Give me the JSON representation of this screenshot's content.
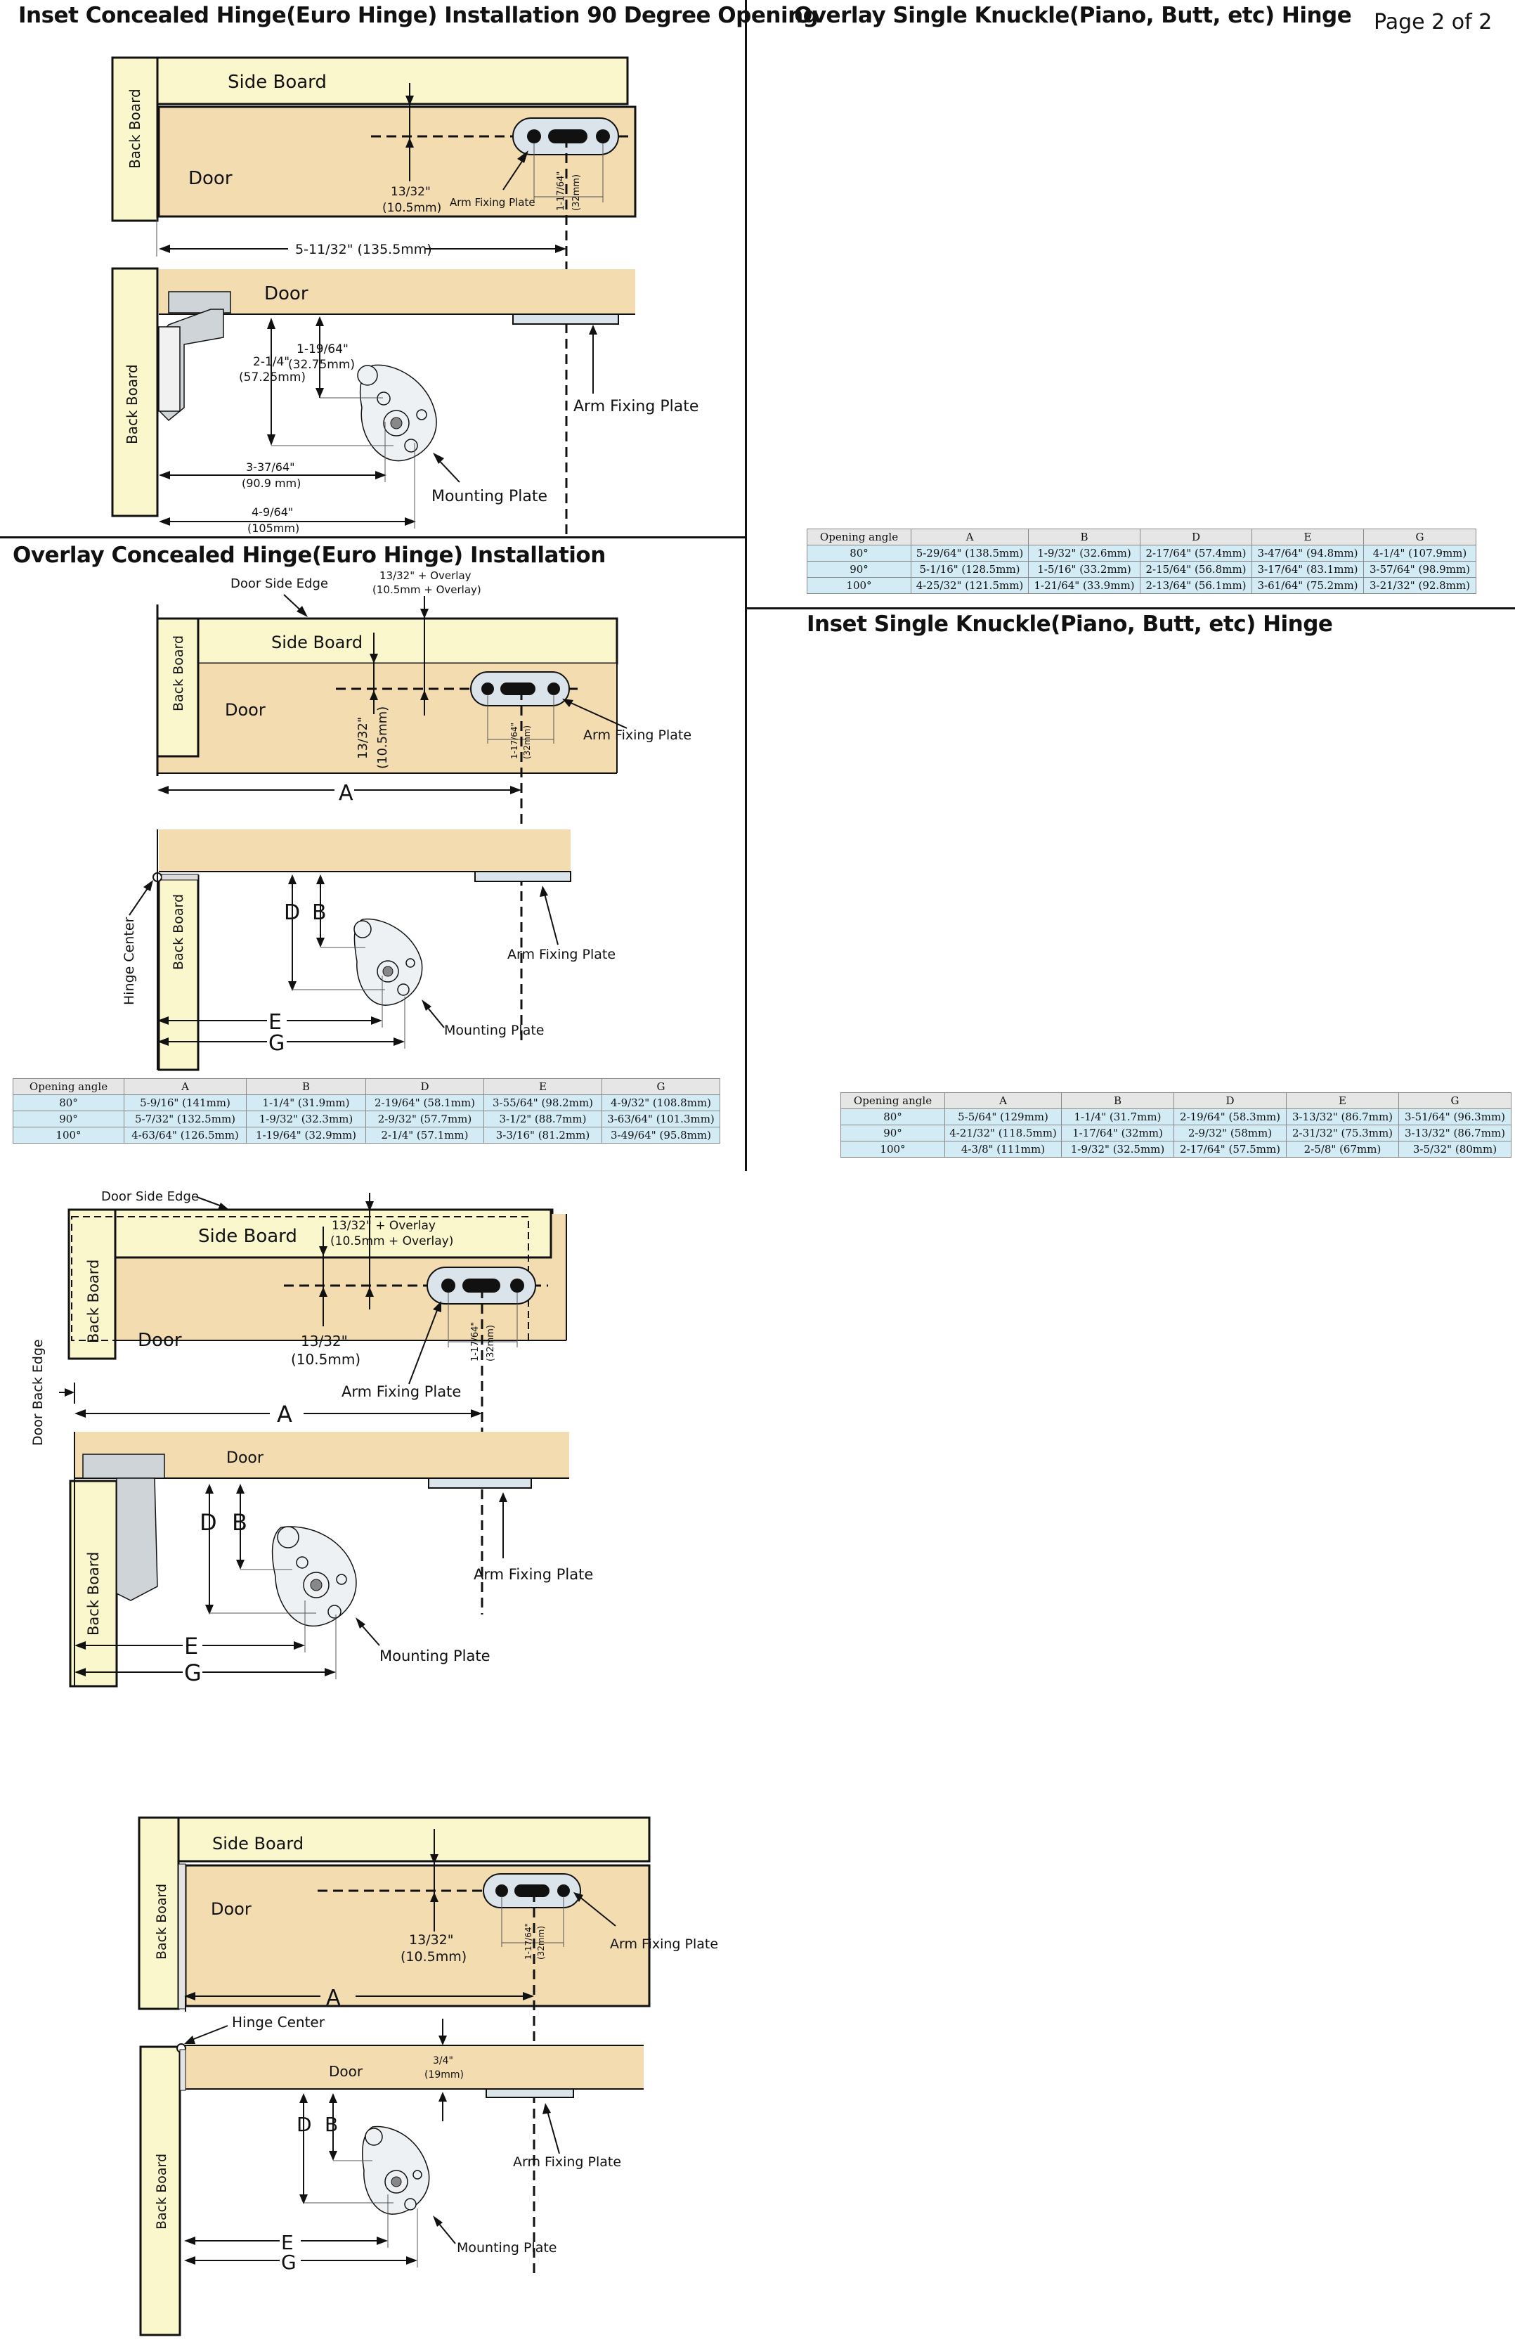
{
  "page_label": "Page 2 of 2",
  "quadrants": {
    "tl": {
      "title": "Inset Concealed Hinge(Euro Hinge) Installation 90 Degree Opening",
      "side_board": "Side Board",
      "back_board": "Back Board",
      "door": "Door",
      "dim_offset": "13/32\"",
      "dim_offset_mm": "(10.5mm)",
      "arm_plate_small": "Arm Fixing Plate",
      "dim_32": "1-17/64\"",
      "dim_32_mm": "(32mm)",
      "dim_total": "5-11/32\" (135.5mm)",
      "door2": "Door",
      "back_board2": "Back Board",
      "dim_a1": "2-1/4\"",
      "dim_a1_mm": "(57.25mm)",
      "dim_b1": "1-19/64\"",
      "dim_b1_mm": "(32.75mm)",
      "dim_e1": "3-37/64\"",
      "dim_e1_mm": "(90.9 mm)",
      "dim_g1": "4-9/64\"",
      "dim_g1_mm": "(105mm)",
      "arm_plate": "Arm Fixing Plate",
      "mounting_plate": "Mounting Plate"
    },
    "tr": {
      "title": "Overlay Single Knuckle(Piano, Butt, etc) Hinge",
      "door_side_edge": "Door Side Edge",
      "overlay_dim": "13/32\" + Overlay",
      "overlay_dim_mm": "(10.5mm + Overlay)",
      "side_board": "Side Board",
      "back_board": "Back Board",
      "door": "Door",
      "dim_offset_v": "13/32\"",
      "dim_offset_v_mm": "(10.5mm)",
      "dim_32": "1-17/64\"",
      "dim_32_mm": "(32mm)",
      "arm_plate": "Arm Fixing Plate",
      "a": "A",
      "hinge_center": "Hinge Center",
      "back_board2": "Back Board",
      "d": "D",
      "b": "B",
      "e": "E",
      "g": "G",
      "arm_plate2": "Arm Fixing Plate",
      "mounting_plate": "Mounting Plate"
    },
    "bl": {
      "title": "Overlay Concealed Hinge(Euro Hinge) Installation",
      "door_side_edge": "Door Side Edge",
      "side_board": "Side Board",
      "overlay_dim": "13/32\" + Overlay",
      "overlay_dim_mm": "(10.5mm + Overlay)",
      "back_board": "Back Board",
      "door": "Door",
      "dim_offset": "13/32\"",
      "dim_offset_mm": "(10.5mm)",
      "dim_32": "1-17/64\"",
      "dim_32_mm": "(32mm)",
      "arm_plate": "Arm Fixing Plate",
      "door_back_edge": "Door Back Edge",
      "a": "A",
      "door2": "Door",
      "back_board2": "Back Board",
      "d": "D",
      "b": "B",
      "e": "E",
      "g": "G",
      "arm_plate2": "Arm Fixing Plate",
      "mounting_plate": "Mounting Plate"
    },
    "br": {
      "title": "Inset Single Knuckle(Piano, Butt, etc) Hinge",
      "side_board": "Side Board",
      "back_board": "Back Board",
      "door": "Door",
      "dim_offset": "13/32\"",
      "dim_offset_mm": "(10.5mm)",
      "dim_32": "1-17/64\"",
      "dim_32_mm": "(32mm)",
      "arm_plate": "Arm Fixing Plate",
      "a": "A",
      "hinge_center": "Hinge Center",
      "door2": "Door",
      "thick": "3/4\"",
      "thick_mm": "(19mm)",
      "back_board2": "Back Board",
      "d": "D",
      "b": "B",
      "e": "E",
      "g": "G",
      "arm_plate2": "Arm Fixing Plate",
      "mounting_plate": "Mounting Plate"
    }
  },
  "tables": {
    "headers": [
      "Opening angle",
      "A",
      "B",
      "D",
      "E",
      "G"
    ],
    "tr": [
      [
        "80°",
        "5-29/64\" (138.5mm)",
        "1-9/32\" (32.6mm)",
        "2-17/64\" (57.4mm)",
        "3-47/64\" (94.8mm)",
        "4-1/4\" (107.9mm)"
      ],
      [
        "90°",
        "5-1/16\" (128.5mm)",
        "1-5/16\" (33.2mm)",
        "2-15/64\" (56.8mm)",
        "3-17/64\" (83.1mm)",
        "3-57/64\" (98.9mm)"
      ],
      [
        "100°",
        "4-25/32\" (121.5mm)",
        "1-21/64\" (33.9mm)",
        "2-13/64\" (56.1mm)",
        "3-61/64\" (75.2mm)",
        "3-21/32\" (92.8mm)"
      ]
    ],
    "bl": [
      [
        "80°",
        "5-9/16\" (141mm)",
        "1-1/4\" (31.9mm)",
        "2-19/64\" (58.1mm)",
        "3-55/64\" (98.2mm)",
        "4-9/32\" (108.8mm)"
      ],
      [
        "90°",
        "5-7/32\" (132.5mm)",
        "1-9/32\" (32.3mm)",
        "2-9/32\" (57.7mm)",
        "3-1/2\" (88.7mm)",
        "3-63/64\" (101.3mm)"
      ],
      [
        "100°",
        "4-63/64\" (126.5mm)",
        "1-19/64\" (32.9mm)",
        "2-1/4\" (57.1mm)",
        "3-3/16\" (81.2mm)",
        "3-49/64\" (95.8mm)"
      ]
    ],
    "br": [
      [
        "80°",
        "5-5/64\" (129mm)",
        "1-1/4\" (31.7mm)",
        "2-19/64\" (58.3mm)",
        "3-13/32\" (86.7mm)",
        "3-51/64\" (96.3mm)"
      ],
      [
        "90°",
        "4-21/32\" (118.5mm)",
        "1-17/64\" (32mm)",
        "2-9/32\" (58mm)",
        "2-31/32\" (75.3mm)",
        "3-13/32\" (86.7mm)"
      ],
      [
        "100°",
        "4-3/8\" (111mm)",
        "1-9/32\" (32.5mm)",
        "2-17/64\" (57.5mm)",
        "2-5/8\" (67mm)",
        "3-5/32\" (80mm)"
      ]
    ]
  },
  "colors": {
    "board": "#fbf7cc",
    "door": "#f3dcb0",
    "arm_plate": "#dbe4ea",
    "table_cell": "#d3ebf5",
    "table_header": "#e6e6e6"
  }
}
